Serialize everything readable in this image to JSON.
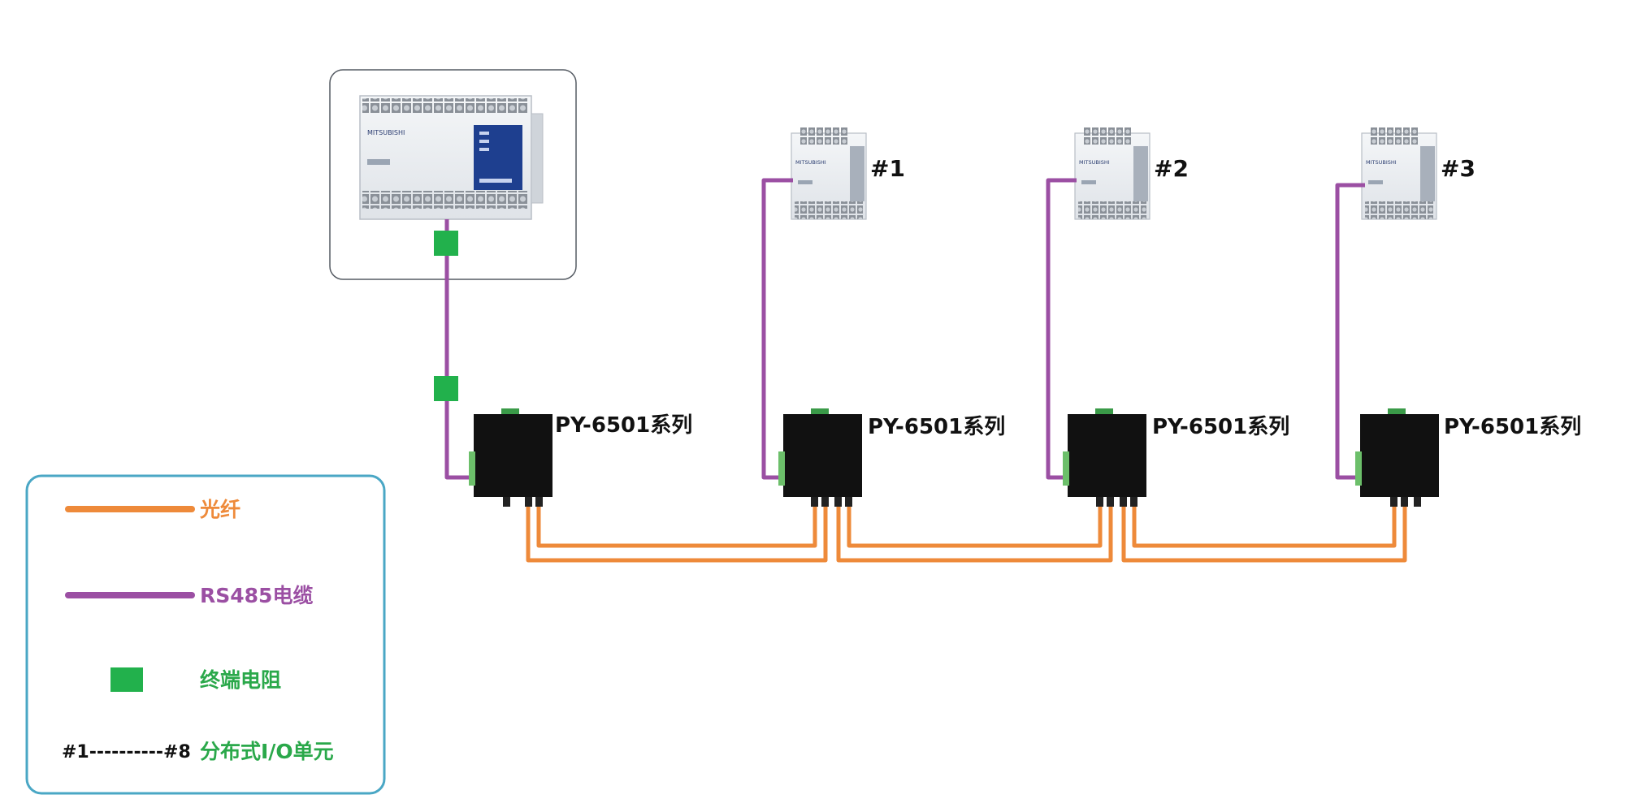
{
  "main_plc": {
    "brand": "MITSUBISHI"
  },
  "converters": [
    {
      "label": "PY-6501系列"
    },
    {
      "label": "PY-6501系列"
    },
    {
      "label": "PY-6501系列"
    },
    {
      "label": "PY-6501系列"
    }
  ],
  "io_units": [
    {
      "number": "#1",
      "brand": "MITSUBISHI"
    },
    {
      "number": "#2",
      "brand": "MITSUBISHI"
    },
    {
      "number": "#3",
      "brand": "MITSUBISHI"
    }
  ],
  "legend": {
    "fiber_label": "光纤",
    "rs485_label": "RS485电缆",
    "terminator_label": "终端电阻",
    "range_label": "#1----------#8",
    "io_unit_label": "分布式I/O单元"
  },
  "colors": {
    "fiber": "#ee8a3a",
    "rs485": "#9b4fa3",
    "terminator": "#22b14c",
    "legend_border": "#4aa7c5",
    "converter_body": "#111111",
    "legend_green_text": "#2aa84a"
  },
  "icons": [
    "plc-icon",
    "converter-icon",
    "terminal-resistor-icon"
  ]
}
